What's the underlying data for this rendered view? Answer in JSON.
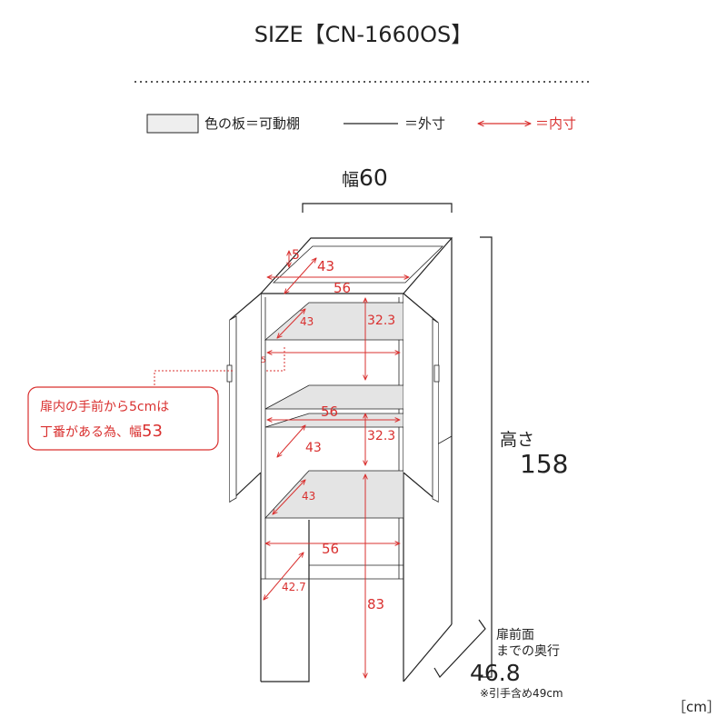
{
  "title": "SIZE【CN-1660OS】",
  "legend": {
    "shelf_label": "色の板＝可動棚",
    "outer_label": "＝外寸",
    "inner_label": "＝内寸"
  },
  "width": {
    "label": "幅",
    "value": "60"
  },
  "height": {
    "label": "高さ",
    "value": "158"
  },
  "depth": {
    "label_line1": "扉前面",
    "label_line2": "までの奥行",
    "value": "46.8",
    "note": "※引手含め49cm"
  },
  "callout": {
    "line1": "扉内の手前から5cmは",
    "line2_prefix": "丁番がある為、幅",
    "line2_value": "53"
  },
  "unit": "［cm］",
  "inner": {
    "top_gap": "5",
    "top_depth": "43",
    "width_top": "56",
    "depth_shelf1": "43",
    "height_upper": "32.3",
    "hinge_offset": "5",
    "width_mid": "56",
    "depth_shelf2": "43",
    "height_mid": "32.3",
    "depth_shelf3": "43",
    "width_low": "56",
    "depth_bottom": "42.7",
    "height_bottom": "83"
  },
  "colors": {
    "inner": "#d9302f",
    "line": "#222222",
    "shelf": "#e4e4e4"
  }
}
